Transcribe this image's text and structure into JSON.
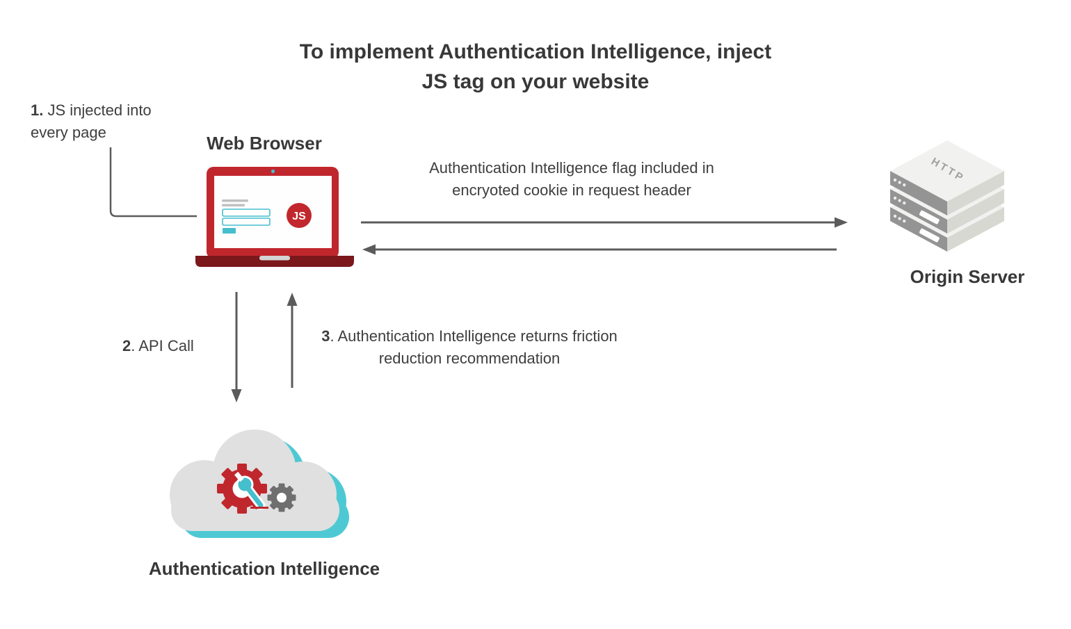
{
  "title": {
    "line1": "To implement Authentication Intelligence, inject",
    "line2": "JS tag on your website"
  },
  "annotations": {
    "step1": {
      "number": "1.",
      "text": " JS injected into every page"
    },
    "step2": {
      "number": "2",
      "text": ". API Call"
    },
    "step3": {
      "number": "3",
      "text": ". Authentication Intelligence returns friction reduction recommendation"
    },
    "request_flow": "Authentication Intelligence flag included in encryoted cookie in request header"
  },
  "nodes": {
    "web_browser": {
      "label": "Web Browser",
      "badge": "JS"
    },
    "origin_server": {
      "label": "Origin Server",
      "stack_label": "HTTP"
    },
    "auth_intelligence": {
      "label": "Authentication Intelligence"
    }
  },
  "colors": {
    "brand_red": "#C0272D",
    "laptop_base_red": "#7A181B",
    "teal": "#45BECD",
    "cloud_shadow_teal": "#4EC9D4",
    "arrow_gray": "#5B5B5B",
    "text_dark": "#383838",
    "cloud_gray": "#E0E0E0",
    "gear_gray": "#6F6F6F",
    "server_front": "#949494",
    "server_side": "#D8D8D2",
    "server_top": "#F1F1F0"
  }
}
